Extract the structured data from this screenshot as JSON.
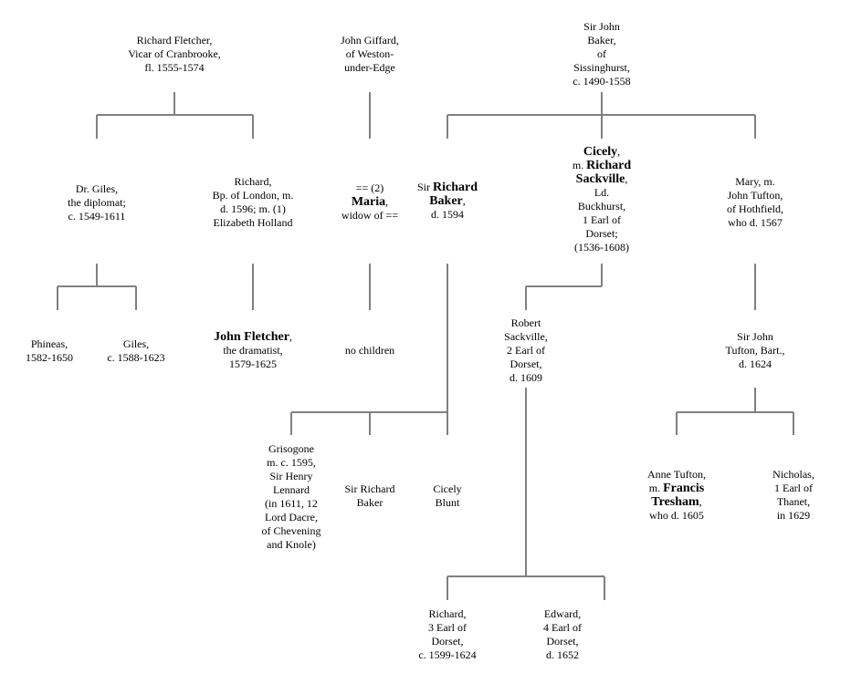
{
  "line_color": "#808080",
  "people": [
    {
      "id": "richard-fletcher-vicar",
      "lines": [
        [
          {
            "t": "Richard Fletcher,"
          }
        ],
        [
          {
            "t": "Vicar of Cranbrooke,"
          }
        ],
        [
          {
            "t": "fl. 1555-1574"
          }
        ]
      ]
    },
    {
      "id": "john-giffard",
      "lines": [
        [
          {
            "t": "John Giffard,"
          }
        ],
        [
          {
            "t": "of Weston-"
          }
        ],
        [
          {
            "t": "under-Edge"
          }
        ]
      ]
    },
    {
      "id": "sir-john-baker",
      "lines": [
        [
          {
            "t": "Sir John"
          }
        ],
        [
          {
            "t": "Baker,"
          }
        ],
        [
          {
            "t": "of"
          }
        ],
        [
          {
            "t": "Sissinghurst,"
          }
        ],
        [
          {
            "t": "c. 1490-1558"
          }
        ]
      ]
    },
    {
      "id": "dr-giles",
      "lines": [
        [
          {
            "t": "Dr. Giles,"
          }
        ],
        [
          {
            "t": "the diplomat;"
          }
        ],
        [
          {
            "t": "c. 1549-1611"
          }
        ]
      ]
    },
    {
      "id": "richard-bishop",
      "lines": [
        [
          {
            "t": "Richard,"
          }
        ],
        [
          {
            "t": "Bp. of London, m."
          }
        ],
        [
          {
            "t": "d. 1596; m. (1)"
          }
        ],
        [
          {
            "t": "Elizabeth Holland"
          }
        ]
      ]
    },
    {
      "id": "maria",
      "lines": [
        [
          {
            "t": "== (2)"
          }
        ],
        [
          {
            "t": "Maria",
            "b": true
          },
          {
            "t": ","
          }
        ],
        [
          {
            "t": "widow of =="
          }
        ]
      ]
    },
    {
      "id": "sir-richard-baker",
      "lines": [
        [
          {
            "t": "Sir "
          },
          {
            "t": "Richard",
            "b": true
          }
        ],
        [
          {
            "t": "Baker",
            "b": true
          },
          {
            "t": ","
          }
        ],
        [
          {
            "t": "d. 1594"
          }
        ]
      ]
    },
    {
      "id": "cicely-sackville",
      "lines": [
        [
          {
            "t": "Cicely",
            "b": true
          },
          {
            "t": ","
          }
        ],
        [
          {
            "t": "m. "
          },
          {
            "t": "Richard",
            "b": true
          }
        ],
        [
          {
            "t": "Sackville",
            "b": true
          },
          {
            "t": ","
          }
        ],
        [
          {
            "t": "Ld."
          }
        ],
        [
          {
            "t": "Buckhurst,"
          }
        ],
        [
          {
            "t": "1 Earl of"
          }
        ],
        [
          {
            "t": "Dorset;"
          }
        ],
        [
          {
            "t": "(1536-1608)"
          }
        ]
      ]
    },
    {
      "id": "mary-tufton",
      "lines": [
        [
          {
            "t": "Mary, m."
          }
        ],
        [
          {
            "t": "John Tufton,"
          }
        ],
        [
          {
            "t": "of Hothfield,"
          }
        ],
        [
          {
            "t": "who d. 1567"
          }
        ]
      ]
    },
    {
      "id": "phineas",
      "lines": [
        [
          {
            "t": "Phineas,"
          }
        ],
        [
          {
            "t": "1582-1650"
          }
        ]
      ]
    },
    {
      "id": "giles",
      "lines": [
        [
          {
            "t": "Giles,"
          }
        ],
        [
          {
            "t": "c. 1588-1623"
          }
        ]
      ]
    },
    {
      "id": "john-fletcher",
      "lines": [
        [
          {
            "t": "John Fletcher",
            "b": true
          },
          {
            "t": ","
          }
        ],
        [
          {
            "t": "the dramatist,"
          }
        ],
        [
          {
            "t": "1579-1625"
          }
        ]
      ]
    },
    {
      "id": "no-children",
      "lines": [
        [
          {
            "t": "no children"
          }
        ]
      ]
    },
    {
      "id": "robert-sackville",
      "lines": [
        [
          {
            "t": "Robert"
          }
        ],
        [
          {
            "t": "Sackville,"
          }
        ],
        [
          {
            "t": "2 Earl of"
          }
        ],
        [
          {
            "t": "Dorset,"
          }
        ],
        [
          {
            "t": "d. 1609"
          }
        ]
      ]
    },
    {
      "id": "sir-john-tufton",
      "lines": [
        [
          {
            "t": "Sir John"
          }
        ],
        [
          {
            "t": "Tufton, Bart.,"
          }
        ],
        [
          {
            "t": "d. 1624"
          }
        ]
      ]
    },
    {
      "id": "grisogone",
      "lines": [
        [
          {
            "t": "Grisogone"
          }
        ],
        [
          {
            "t": "m. c. 1595,"
          }
        ],
        [
          {
            "t": "Sir Henry"
          }
        ],
        [
          {
            "t": "Lennard"
          }
        ],
        [
          {
            "t": "(in 1611, 12"
          }
        ],
        [
          {
            "t": "Lord Dacre,"
          }
        ],
        [
          {
            "t": "of Chevening"
          }
        ],
        [
          {
            "t": "and Knole)"
          }
        ]
      ]
    },
    {
      "id": "sir-richard-baker-jr",
      "lines": [
        [
          {
            "t": "Sir Richard"
          }
        ],
        [
          {
            "t": "Baker"
          }
        ]
      ]
    },
    {
      "id": "cicely-blunt",
      "lines": [
        [
          {
            "t": "Cicely"
          }
        ],
        [
          {
            "t": "Blunt"
          }
        ]
      ]
    },
    {
      "id": "anne-tufton",
      "lines": [
        [
          {
            "t": "Anne Tufton,"
          }
        ],
        [
          {
            "t": "m. "
          },
          {
            "t": "Francis",
            "b": true
          }
        ],
        [
          {
            "t": "Tresham",
            "b": true
          },
          {
            "t": ","
          }
        ],
        [
          {
            "t": "who d. 1605"
          }
        ]
      ]
    },
    {
      "id": "nicholas-tufton",
      "lines": [
        [
          {
            "t": "Nicholas,"
          }
        ],
        [
          {
            "t": "1 Earl of"
          }
        ],
        [
          {
            "t": "Thanet,"
          }
        ],
        [
          {
            "t": "in 1629"
          }
        ]
      ]
    },
    {
      "id": "richard-3rd-earl",
      "lines": [
        [
          {
            "t": "Richard,"
          }
        ],
        [
          {
            "t": "3 Earl of"
          }
        ],
        [
          {
            "t": "Dorset,"
          }
        ],
        [
          {
            "t": "c. 1599-1624"
          }
        ]
      ]
    },
    {
      "id": "edward-4th-earl",
      "lines": [
        [
          {
            "t": "Edward,"
          }
        ],
        [
          {
            "t": "4 Earl of"
          }
        ],
        [
          {
            "t": "Dorset,"
          }
        ],
        [
          {
            "t": "d. 1652"
          }
        ]
      ]
    }
  ]
}
